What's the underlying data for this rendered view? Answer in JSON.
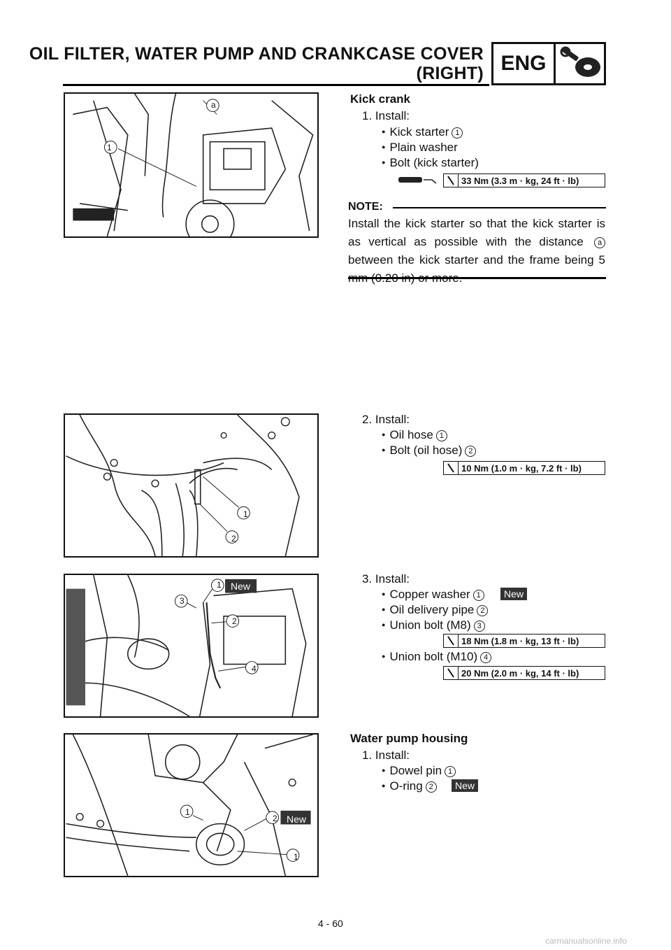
{
  "header": {
    "title_line1": "OIL FILTER, WATER PUMP AND CRANKCASE COVER",
    "title_line2": "(RIGHT)",
    "section_code": "ENG",
    "section_icon": "engine-wrench-icon"
  },
  "kick_crank": {
    "heading": "Kick crank",
    "step": "1.  Install:",
    "items": [
      "Kick starter",
      "Plain washer",
      "Bolt (kick starter)"
    ],
    "item1_ref": "1",
    "torque": "33 Nm (3.3 m · kg, 24 ft · lb)",
    "note_label": "NOTE:",
    "note_text_1": "Install the kick starter so that the kick starter is as vertical as possible with the distance",
    "note_ref": "a",
    "note_text_2": "between the kick starter and the frame being 5 mm (0.20 in) or more.",
    "figure_labels": [
      "a",
      "1"
    ]
  },
  "step2": {
    "step": "2.  Install:",
    "items": [
      "Oil hose",
      "Bolt (oil hose)"
    ],
    "refs": [
      "1",
      "2"
    ],
    "torque": "10 Nm (1.0 m · kg, 7.2 ft · lb)",
    "figure_labels": [
      "1",
      "2"
    ]
  },
  "step3": {
    "step": "3.  Install:",
    "items": [
      "Copper washer",
      "Oil delivery pipe",
      "Union bolt (M8)",
      "Union bolt (M10)"
    ],
    "refs": [
      "1",
      "2",
      "3",
      "4"
    ],
    "new_badge": "New",
    "torque_m8": "18 Nm (1.8 m · kg, 13 ft · lb)",
    "torque_m10": "20 Nm (2.0 m · kg, 14 ft · lb)",
    "figure_labels": [
      "1",
      "2",
      "3",
      "4"
    ],
    "figure_new": "New"
  },
  "water_pump": {
    "heading": "Water pump housing",
    "step": "1.  Install:",
    "items": [
      "Dowel pin",
      "O-ring"
    ],
    "refs": [
      "1",
      "2"
    ],
    "new_badge": "New",
    "figure_labels": [
      "1",
      "2",
      "1"
    ],
    "figure_new": "New"
  },
  "footer": {
    "page_number": "4 - 60",
    "watermark": "carmanualsonline.info"
  }
}
